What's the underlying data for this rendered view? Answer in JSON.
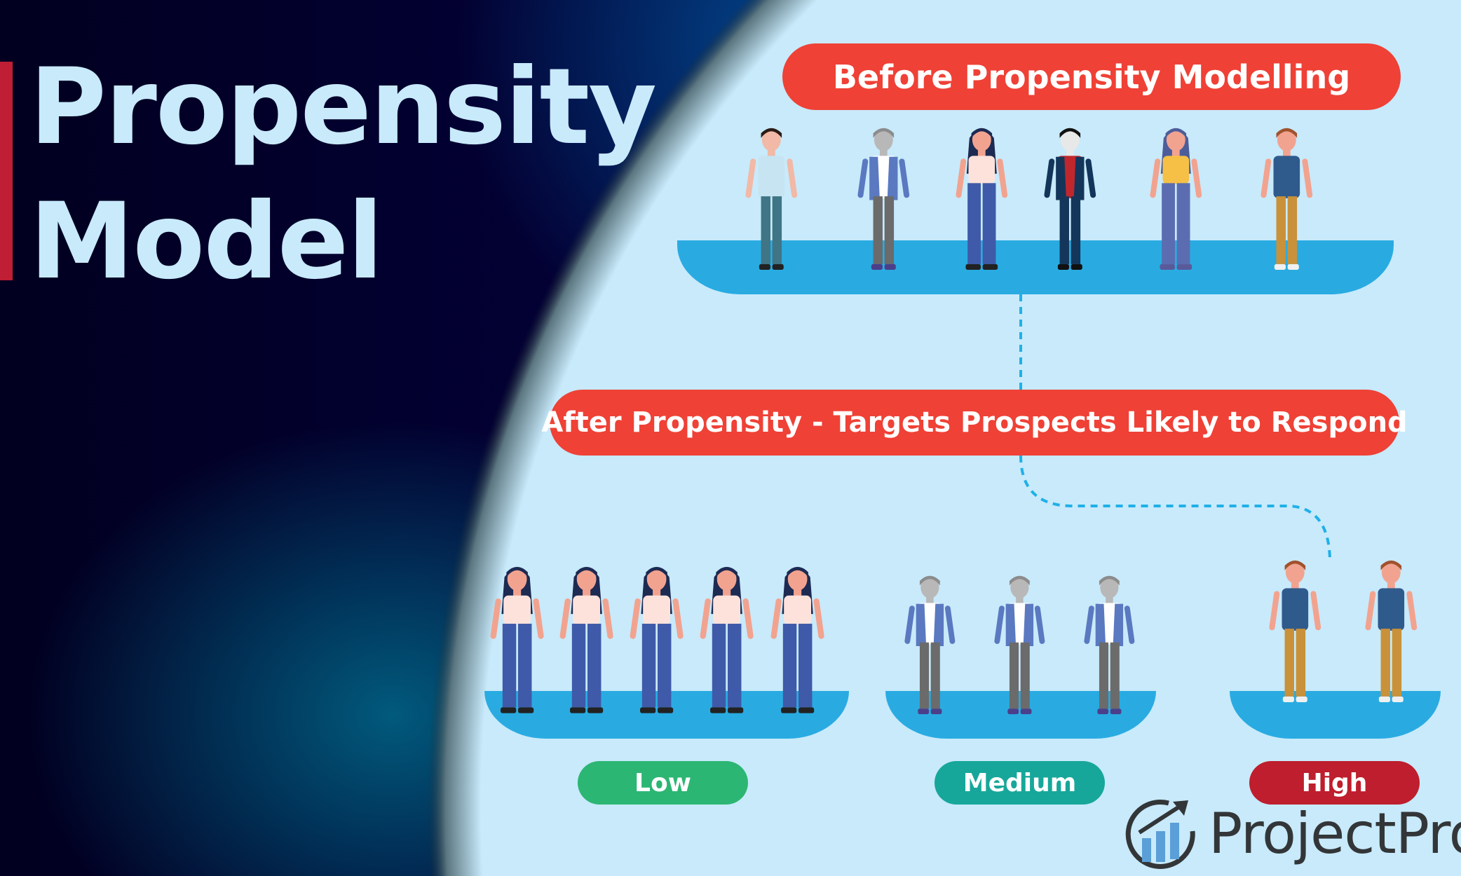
{
  "title": {
    "line1": "Propensity",
    "line2": "Model"
  },
  "before_label": "Before Propensity Modelling",
  "after_label": "After Propensity - Targets Prospects Likely to Respond",
  "groups": [
    {
      "label": "Low",
      "color": "#2cb673",
      "people": [
        "woman",
        "woman",
        "woman",
        "woman",
        "woman"
      ]
    },
    {
      "label": "Medium",
      "color": "#17a79a",
      "people": [
        "blazer-man",
        "blazer-man",
        "blazer-man"
      ]
    },
    {
      "label": "High",
      "color": "#be1e2d",
      "people": [
        "denim-man",
        "denim-man"
      ]
    }
  ],
  "before_people": [
    "casual-man",
    "blazer-man",
    "woman",
    "suit-man",
    "yellow-woman",
    "denim-man"
  ],
  "logo": {
    "text": "ProjectPro"
  },
  "colors": {
    "accent_red": "#ef4136",
    "light_bg": "#c8eafb",
    "platform": "#29abe2",
    "title_bar": "#c01e34",
    "dashed_line": "#1fb0e8"
  }
}
